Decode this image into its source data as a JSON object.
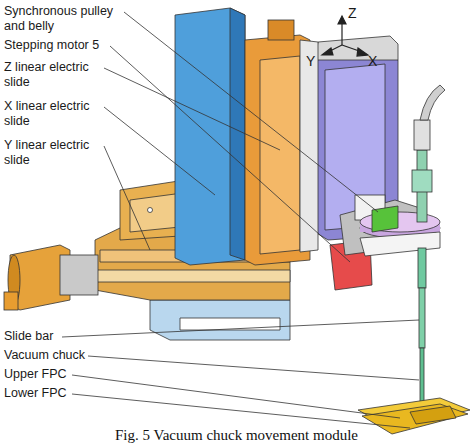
{
  "diagram": {
    "caption": "Fig. 5    Vacuum chuck movement module",
    "labels": [
      "Synchronous pulley and belly",
      "Stepping motor 5",
      "Z linear electric slide",
      "X linear electric slide",
      "Y linear electric slide",
      "Slide bar",
      "Vacuum chuck",
      "Upper FPC",
      "Lower FPC",
      "Z",
      "Y",
      "X"
    ]
  }
}
